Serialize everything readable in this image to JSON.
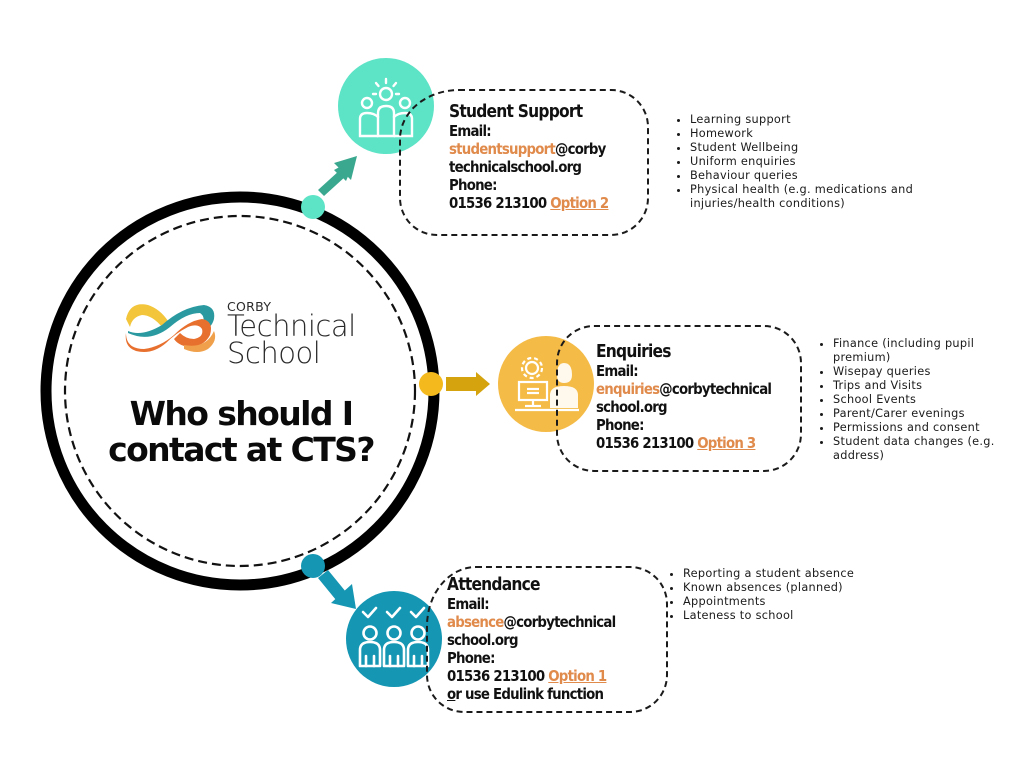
{
  "colors": {
    "student_support": "#5de3c6",
    "student_support_arrow": "#3aa88e",
    "enquiries": "#f5bb47",
    "enquiries_dot": "#f4b91c",
    "enquiries_arrow": "#d4a30e",
    "attendance": "#1596b3",
    "accent_text": "#e08a4b",
    "logo_orange": "#e8702f",
    "logo_yellow": "#f2c53a",
    "logo_teal": "#2a9aa0"
  },
  "center": {
    "logo": {
      "line1": "CORBY",
      "line2": "Technical",
      "line3": "School"
    },
    "title_line1": "Who should I",
    "title_line2": "contact at CTS?"
  },
  "sections": {
    "student_support": {
      "icon": "group-people-icon",
      "title": "Student Support",
      "email_label": "Email:",
      "email_user": "studentsupport",
      "email_domain_1": "@corby",
      "email_domain_2": "technicalschool.org",
      "phone_label": "Phone:",
      "phone_number": "01536 213100",
      "option": "Option 2",
      "bullets": [
        "Learning support",
        "Homework",
        "Student Wellbeing",
        "Uniform enquiries",
        "Behaviour queries",
        "Physical health (e.g. medications and injuries/health conditions)"
      ]
    },
    "enquiries": {
      "icon": "office-worker-icon",
      "title": "Enquiries",
      "email_label": "Email:",
      "email_user": "enquiries",
      "email_domain_1": "@corbytechnical",
      "email_domain_2": "school.org",
      "phone_label": "Phone:",
      "phone_number": "01536 213100",
      "option": "Option 3",
      "bullets": [
        "Finance (including pupil premium)",
        "Wisepay queries",
        "Trips and Visits",
        "School Events",
        "Parent/Carer evenings",
        "Permissions and consent",
        "Student data changes (e.g. address)"
      ]
    },
    "attendance": {
      "icon": "attendance-checkmarks-icon",
      "title": "Attendance",
      "email_label": "Email:",
      "email_user": "absence",
      "email_domain_1": "@corbytechnical",
      "email_domain_2": "school.org",
      "phone_label": "Phone:",
      "phone_number": "01536 213100",
      "option": "Option 1",
      "extra_or": "o",
      "extra_rest": "r use Edulink function",
      "bullets": [
        "Reporting a student absence",
        "Known absences (planned)",
        "Appointments",
        "Lateness to school"
      ]
    }
  }
}
